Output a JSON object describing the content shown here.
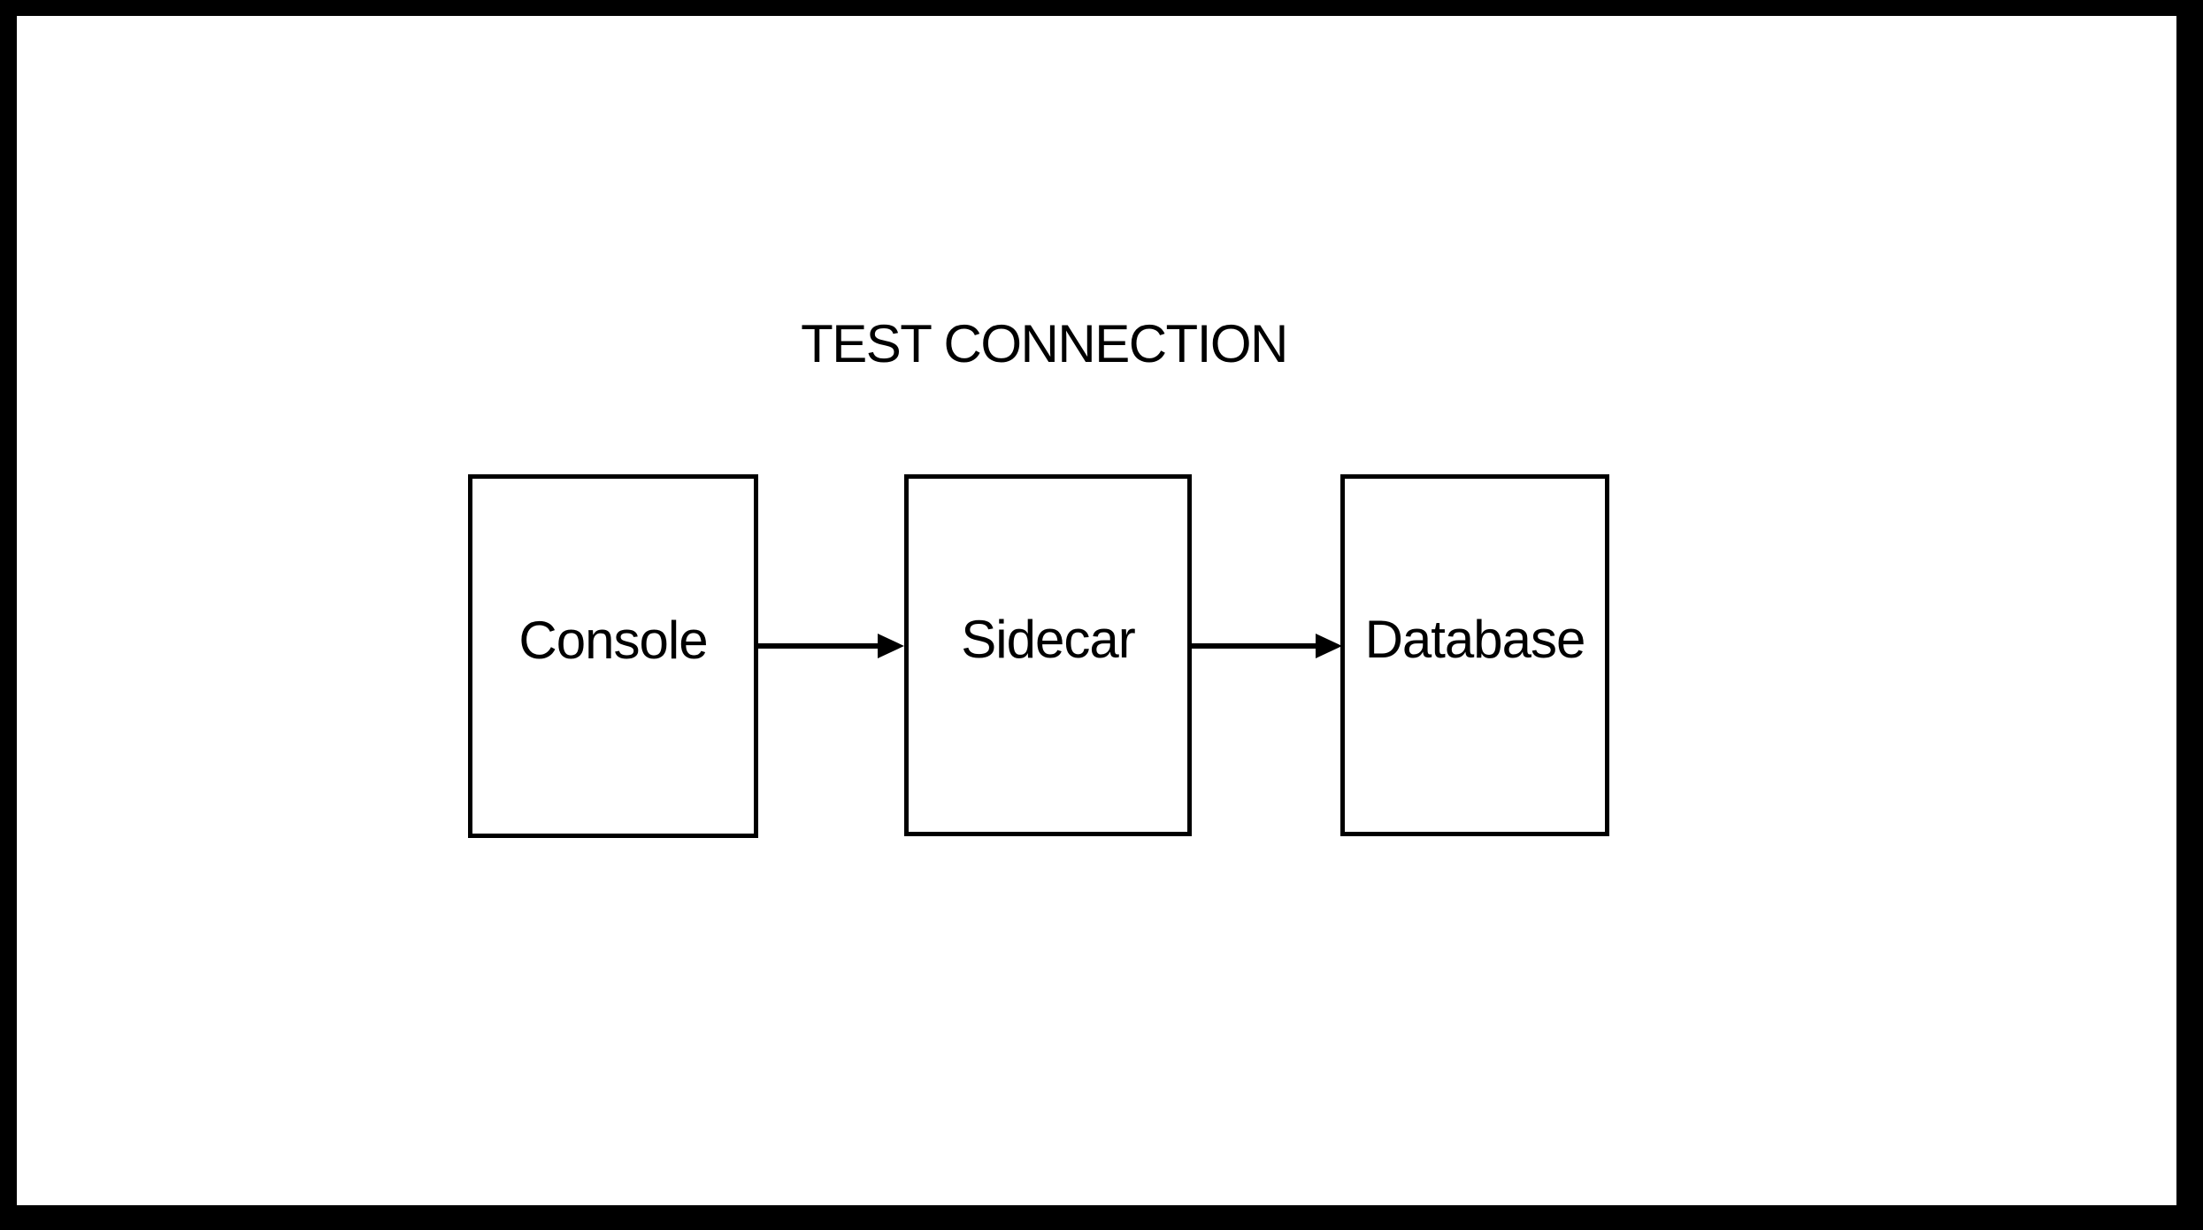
{
  "frame": {
    "background": "#000000",
    "canvas_background": "#ffffff"
  },
  "slide": {
    "title": "TEST CONNECTION"
  },
  "diagram": {
    "stroke_color": "#000000",
    "text_color": "#000000",
    "nodes": [
      {
        "label": "Console"
      },
      {
        "label": "Sidecar"
      },
      {
        "label": "Database"
      }
    ],
    "edges": [
      {
        "from": "Console",
        "to": "Sidecar",
        "style": "solid-arrow"
      },
      {
        "from": "Sidecar",
        "to": "Database",
        "style": "solid-arrow"
      }
    ]
  }
}
